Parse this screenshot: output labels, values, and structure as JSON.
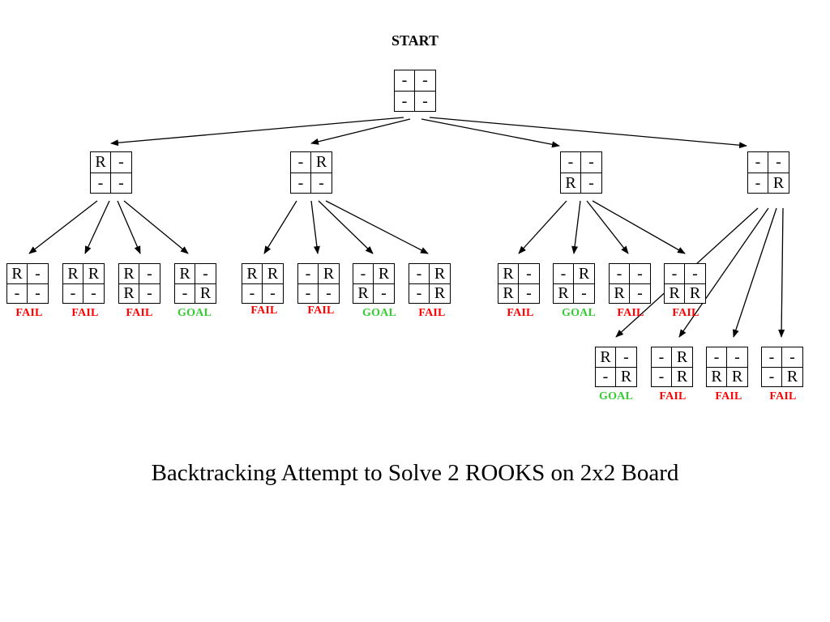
{
  "start_label": "START",
  "caption": "Backtracking Attempt to Solve 2 ROOKS on 2x2 Board",
  "colors": {
    "fail": "#ff0000",
    "goal": "#33cc33",
    "line": "#000000"
  },
  "nodes": [
    {
      "id": "root",
      "cells": [
        "-",
        "-",
        "-",
        "-"
      ]
    },
    {
      "id": "l1-a",
      "cells": [
        "R",
        "-",
        "-",
        "-"
      ]
    },
    {
      "id": "l1-b",
      "cells": [
        "-",
        "R",
        "-",
        "-"
      ]
    },
    {
      "id": "l1-c",
      "cells": [
        "-",
        "-",
        "R",
        "-"
      ]
    },
    {
      "id": "l1-d",
      "cells": [
        "-",
        "-",
        "-",
        "R"
      ]
    },
    {
      "id": "a1",
      "cells": [
        "R",
        "-",
        "-",
        "-"
      ],
      "status": "FAIL"
    },
    {
      "id": "a2",
      "cells": [
        "R",
        "R",
        "-",
        "-"
      ],
      "status": "FAIL"
    },
    {
      "id": "a3",
      "cells": [
        "R",
        "-",
        "R",
        "-"
      ],
      "status": "FAIL"
    },
    {
      "id": "a4",
      "cells": [
        "R",
        "-",
        "-",
        "R"
      ],
      "status": "GOAL"
    },
    {
      "id": "b1",
      "cells": [
        "R",
        "R",
        "-",
        "-"
      ],
      "status": "FAIL"
    },
    {
      "id": "b2",
      "cells": [
        "-",
        "R",
        "-",
        "-"
      ],
      "status": "FAIL"
    },
    {
      "id": "b3",
      "cells": [
        "-",
        "R",
        "R",
        "-"
      ],
      "status": "GOAL"
    },
    {
      "id": "b4",
      "cells": [
        "-",
        "R",
        "-",
        "R"
      ],
      "status": "FAIL"
    },
    {
      "id": "c1",
      "cells": [
        "R",
        "-",
        "R",
        "-"
      ],
      "status": "FAIL"
    },
    {
      "id": "c2",
      "cells": [
        "-",
        "R",
        "R",
        "-"
      ],
      "status": "GOAL"
    },
    {
      "id": "c3",
      "cells": [
        "-",
        "-",
        "R",
        "-"
      ],
      "status": "FAIL"
    },
    {
      "id": "c4",
      "cells": [
        "-",
        "-",
        "R",
        "R"
      ],
      "status": "FAIL"
    },
    {
      "id": "d1",
      "cells": [
        "R",
        "-",
        "-",
        "R"
      ],
      "status": "GOAL"
    },
    {
      "id": "d2",
      "cells": [
        "-",
        "R",
        "-",
        "R"
      ],
      "status": "FAIL"
    },
    {
      "id": "d3",
      "cells": [
        "-",
        "-",
        "R",
        "R"
      ],
      "status": "FAIL"
    },
    {
      "id": "d4",
      "cells": [
        "-",
        "-",
        "-",
        "R"
      ],
      "status": "FAIL"
    }
  ],
  "edges": [
    [
      "root",
      "l1-a"
    ],
    [
      "root",
      "l1-b"
    ],
    [
      "root",
      "l1-c"
    ],
    [
      "root",
      "l1-d"
    ],
    [
      "l1-a",
      "a1"
    ],
    [
      "l1-a",
      "a2"
    ],
    [
      "l1-a",
      "a3"
    ],
    [
      "l1-a",
      "a4"
    ],
    [
      "l1-b",
      "b1"
    ],
    [
      "l1-b",
      "b2"
    ],
    [
      "l1-b",
      "b3"
    ],
    [
      "l1-b",
      "b4"
    ],
    [
      "l1-c",
      "c1"
    ],
    [
      "l1-c",
      "c2"
    ],
    [
      "l1-c",
      "c3"
    ],
    [
      "l1-c",
      "c4"
    ],
    [
      "l1-d",
      "d1"
    ],
    [
      "l1-d",
      "d2"
    ],
    [
      "l1-d",
      "d3"
    ],
    [
      "l1-d",
      "d4"
    ]
  ]
}
